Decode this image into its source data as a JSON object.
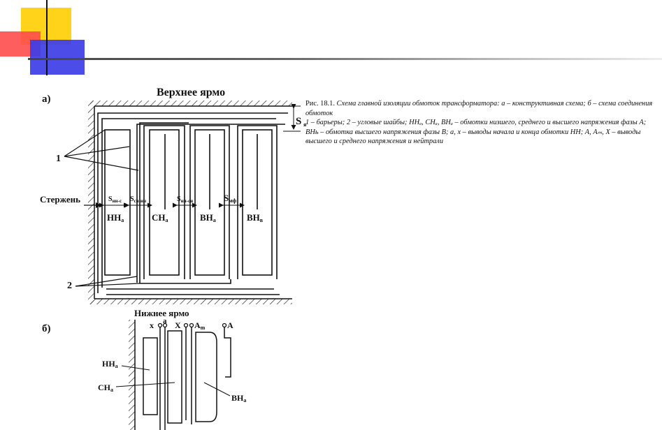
{
  "figure": {
    "label_a": "а)",
    "label_b": "б)",
    "top_yoke": "Верхнее ярмо",
    "bottom_yoke": "Нижнее ярмо",
    "callout_1": "1",
    "callout_2": "2",
    "core": "Стержень",
    "s_label": "S",
    "s_sub": "я",
    "gaps": [
      {
        "main": "S",
        "sub": "нн-с"
      },
      {
        "main": "S",
        "sub": "сн-нн"
      },
      {
        "main": "S",
        "sub": "нн-сн"
      },
      {
        "main": "S",
        "sub": "мф"
      }
    ],
    "windings_a": [
      {
        "main": "НН",
        "sub": "а"
      },
      {
        "main": "СН",
        "sub": "а"
      },
      {
        "main": "ВН",
        "sub": "а"
      },
      {
        "main": "ВН",
        "sub": "в"
      }
    ],
    "terminals": {
      "x": "x",
      "a": "a",
      "X": "X",
      "Am": "A",
      "Am_sub": "m",
      "A": "A"
    },
    "windings_b": [
      {
        "main": "НН",
        "sub": "а"
      },
      {
        "main": "СН",
        "sub": "а"
      },
      {
        "main": "ВН",
        "sub": "а"
      }
    ]
  },
  "caption": {
    "number": "Рис. 18.1.",
    "title": "Схема главной изоляции обмоток трансформатора: а – конструктивная схема; б – схема соединения обмоток",
    "body": "1 – барьеры; 2 – угловые шайбы; ННₐ, СНₐ, ВНₐ – обмотки низшего, среднего и высшего напряжения фазы А; ВНь – обмотка высшего напряжения фазы В; а, х – выводы начала и конца обмотки НН; А, Aₘ, Х – выводы высшего и среднего напряжения и нейтрали"
  }
}
